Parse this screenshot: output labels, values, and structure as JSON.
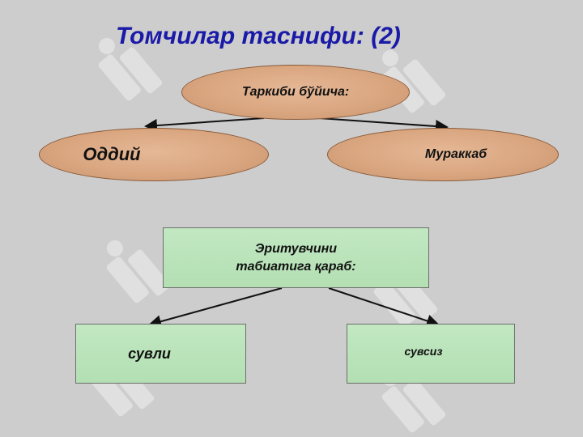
{
  "title": "Томчилар таснифи: (2)",
  "diagram": {
    "top_node": "Таркиби бўйича:",
    "top_children": [
      "Оддий",
      "Мураккаб"
    ],
    "middle_node_lines": [
      "Эритувчини",
      "табиатига қараб:"
    ],
    "bottom_children": [
      "сувли",
      "сувсиз"
    ]
  },
  "colors": {
    "background": "#cdcdcd",
    "title": "#1a1aa8",
    "ellipse_fill": "#d9a680",
    "box_fill": "#b3dfb3",
    "watermark": "#e4e4e4"
  }
}
